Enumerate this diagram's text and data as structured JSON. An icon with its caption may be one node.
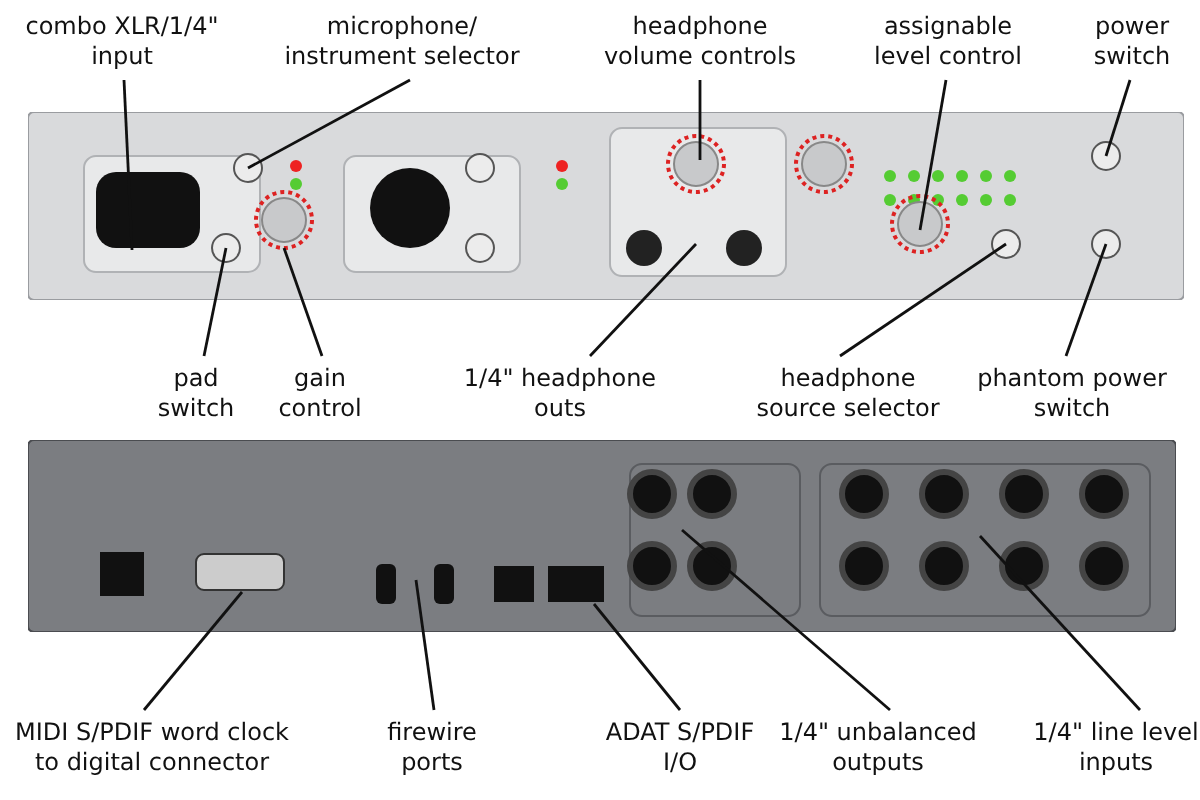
{
  "diagram": {
    "nodes": [
      {
        "text": [
          "combo XLR/1/4\" input"
        ]
      },
      {
        "text": [
          "microphone/ instrument selector"
        ]
      },
      {
        "text": [
          "headphone volume controls"
        ]
      },
      {
        "text": [
          "assignable level control"
        ]
      },
      {
        "text": [
          "power switch"
        ]
      },
      {
        "text": [
          "pad switch"
        ]
      },
      {
        "text": [
          "gain control"
        ]
      },
      {
        "text": [
          "1/4\" headphone outs"
        ]
      },
      {
        "text": [
          "headphone source selector"
        ]
      },
      {
        "text": [
          "phantom power switch"
        ]
      },
      {
        "text": [
          "MIDI S/PDIF word clock to digital connector"
        ]
      },
      {
        "text": [
          "firewire ports"
        ]
      },
      {
        "text": [
          "ADAT S/PDIF I/O"
        ]
      },
      {
        "text": [
          "1/4\" unbalanced outputs"
        ]
      },
      {
        "text": [
          "1/4\" line level inputs"
        ]
      }
    ],
    "edges": [
      {
        "from": 0,
        "to": null,
        "arrow": "none"
      },
      {
        "from": 1,
        "to": null,
        "arrow": "none"
      },
      {
        "from": 2,
        "to": null,
        "arrow": "none"
      },
      {
        "from": 3,
        "to": null,
        "arrow": "none"
      },
      {
        "from": 4,
        "to": null,
        "arrow": "none"
      },
      {
        "from": 5,
        "to": null,
        "arrow": "none"
      },
      {
        "from": 6,
        "to": null,
        "arrow": "none"
      },
      {
        "from": 7,
        "to": null,
        "arrow": "none"
      },
      {
        "from": 8,
        "to": null,
        "arrow": "none"
      },
      {
        "from": 9,
        "to": null,
        "arrow": "none"
      },
      {
        "from": 10,
        "to": null,
        "arrow": "none"
      },
      {
        "from": 11,
        "to": null,
        "arrow": "none"
      },
      {
        "from": 12,
        "to": null,
        "arrow": "none"
      },
      {
        "from": 13,
        "to": null,
        "arrow": "none"
      },
      {
        "from": 14,
        "to": null,
        "arrow": "none"
      }
    ]
  }
}
